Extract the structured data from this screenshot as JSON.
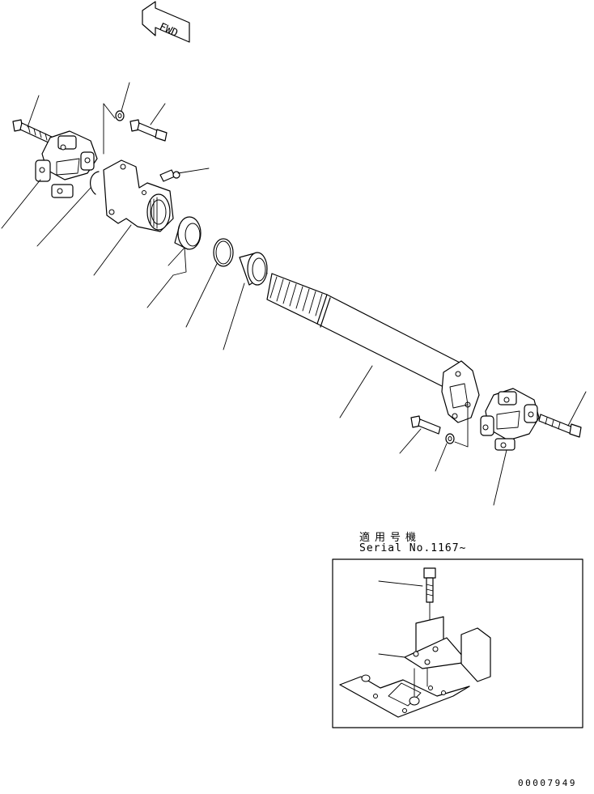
{
  "direction_arrow": {
    "label": "FWD"
  },
  "detail_inset": {
    "applicable_label": "適用号機",
    "serial_label": "Serial No.1167~"
  },
  "document": {
    "number": "00007949"
  }
}
